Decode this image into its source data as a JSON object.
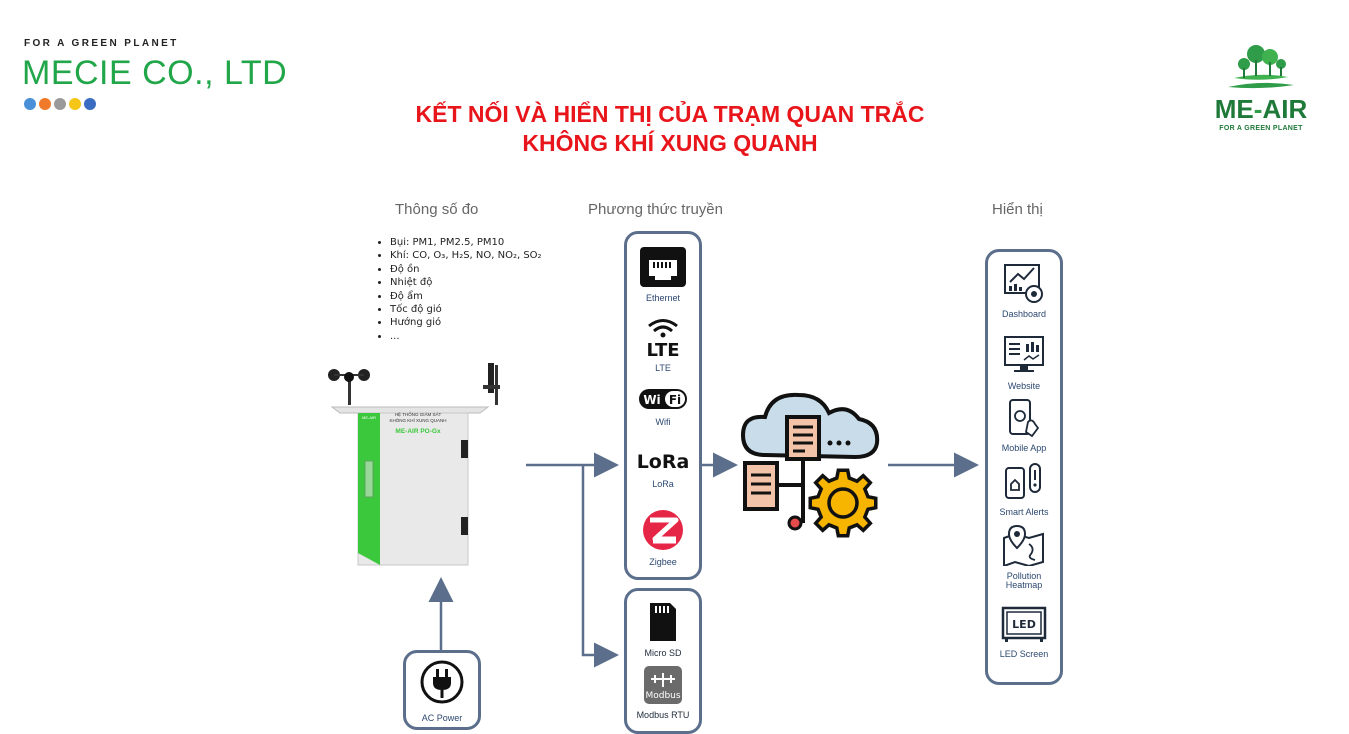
{
  "header": {
    "tagline": "FOR A GREEN PLANET",
    "company": "MECIE CO., LTD",
    "dot_colors": [
      "#4a90d9",
      "#f07a2a",
      "#9a9a9a",
      "#f5c518",
      "#3b6cc4"
    ],
    "title_line1": "KẾT NỐI VÀ HIỂN THỊ CỦA TRẠM QUAN TRẮC",
    "title_line2": "KHÔNG KHÍ XUNG QUANH",
    "title_color": "#e8151b"
  },
  "logo": {
    "name_part1": "ME",
    "name_part2": "-",
    "name_part3": "AIR",
    "tagline": "FOR A GREEN PLANET",
    "color": "#1f7a3a"
  },
  "columns": {
    "params_heading": "Thông số đo",
    "transmission_heading": "Phương thức truyền",
    "display_heading": "Hiển thị"
  },
  "params": [
    "Bụi: PM1, PM2.5, PM10",
    "Khí: CO, O₃, H₂S, NO, NO₂, SO₂",
    "Độ ồn",
    "Nhiệt độ",
    "Độ ẩm",
    "Tốc độ gió",
    "Hướng gió",
    "..."
  ],
  "station": {
    "panel_line1": "HỆ THỐNG GIÁM SÁT",
    "panel_line2": "KHÔNG KHÍ XUNG QUANH",
    "model": "ME-AIR PO-Gx",
    "brand": "ME-AIR",
    "accent": "#3cc83c"
  },
  "power": {
    "label": "AC Power"
  },
  "wireless": [
    {
      "label": "Ethernet",
      "icon": "ethernet-icon"
    },
    {
      "label": "LTE",
      "icon": "lte-icon",
      "icon_text": "LTE"
    },
    {
      "label": "Wifi",
      "icon": "wifi-icon",
      "icon_text_a": "Wi",
      "icon_text_b": "Fi"
    },
    {
      "label": "LoRa",
      "icon": "lora-icon",
      "icon_text": "LoRa"
    },
    {
      "label": "Zigbee",
      "icon": "zigbee-icon"
    }
  ],
  "wired": [
    {
      "label": "Micro SD",
      "icon": "micro-sd-icon"
    },
    {
      "label": "Modbus RTU",
      "icon": "modbus-icon",
      "icon_text": "Modbus"
    }
  ],
  "display": [
    {
      "label": "Dashboard",
      "icon": "dashboard-icon"
    },
    {
      "label": "Website",
      "icon": "website-icon"
    },
    {
      "label": "Mobile App",
      "icon": "mobile-app-icon"
    },
    {
      "label": "Smart Alerts",
      "icon": "smart-alerts-icon"
    },
    {
      "label_line1": "Pollution",
      "label_line2": "Heatmap",
      "icon": "pollution-heatmap-icon"
    },
    {
      "label": "LED Screen",
      "icon": "led-screen-icon",
      "icon_text": "LED"
    }
  ],
  "colors": {
    "box_border": "#5b6f8c",
    "arrow": "#5b6f8c",
    "cloud_fill": "#c9dcea",
    "gear_fill": "#f7b500",
    "doc_fill": "#f2c3a8"
  }
}
